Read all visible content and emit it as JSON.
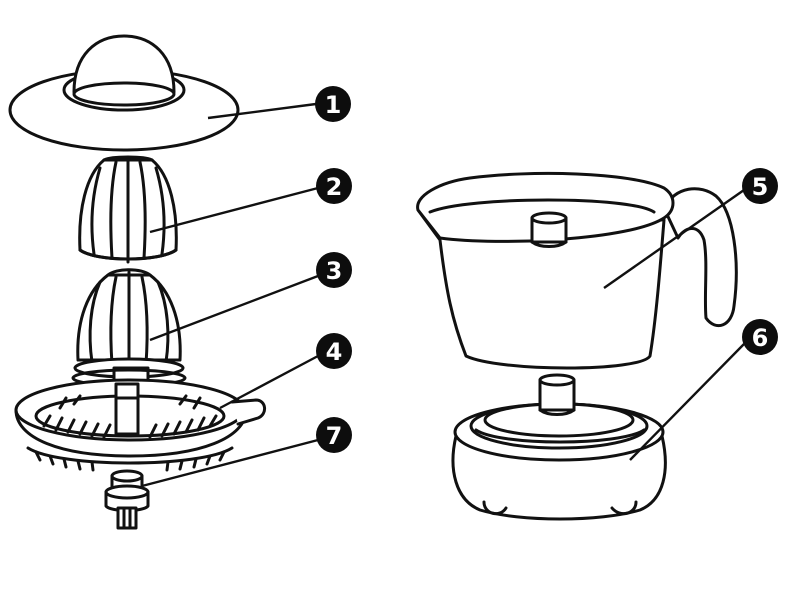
{
  "diagram": {
    "colors": {
      "line": "#111111",
      "fill": "#ffffff",
      "callout": "#0d0d0d"
    },
    "callouts": [
      {
        "id": "1",
        "label": "1"
      },
      {
        "id": "2",
        "label": "2"
      },
      {
        "id": "3",
        "label": "3"
      },
      {
        "id": "4",
        "label": "4"
      },
      {
        "id": "5",
        "label": "5"
      },
      {
        "id": "6",
        "label": "6"
      },
      {
        "id": "7",
        "label": "7"
      }
    ]
  }
}
